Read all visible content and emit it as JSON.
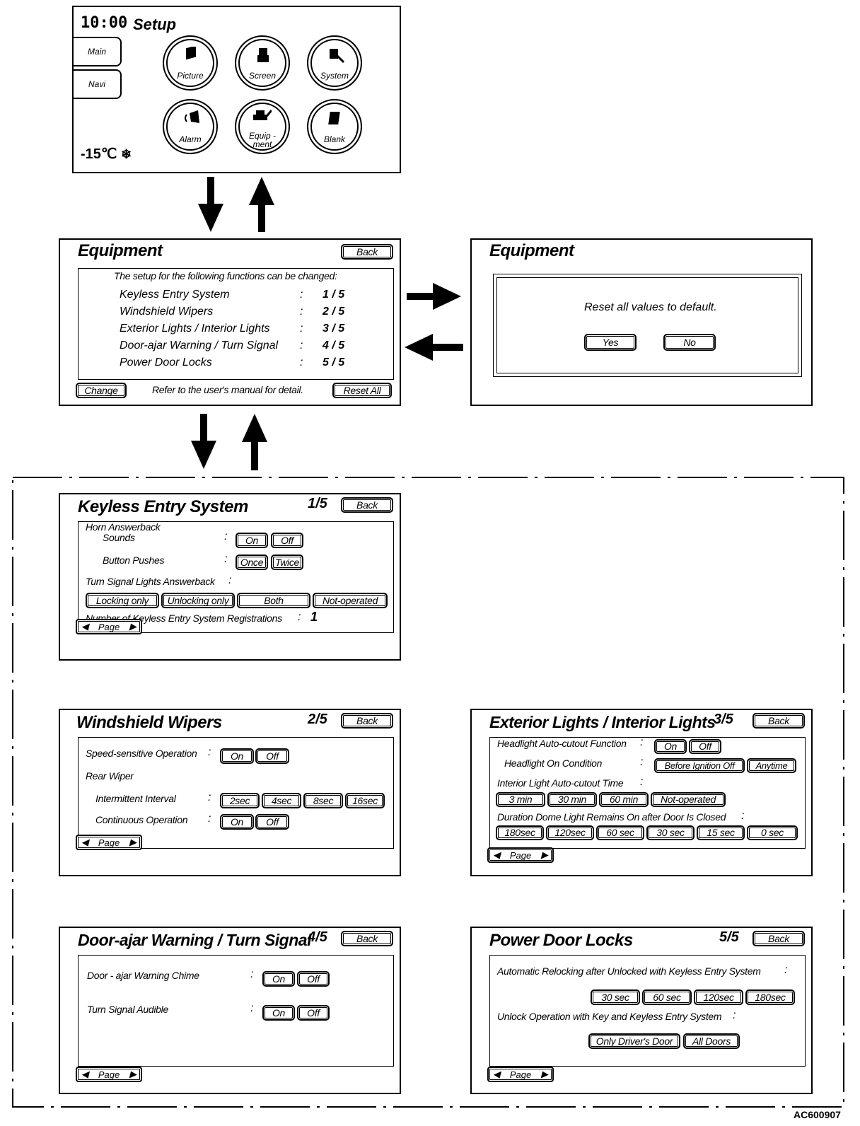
{
  "setup": {
    "time": "10:00",
    "title": "Setup",
    "side_buttons": [
      "Main",
      "Navi"
    ],
    "temperature": "-15℃",
    "tiles": [
      {
        "label": "Picture",
        "icon": "picture-icon"
      },
      {
        "label": "Screen",
        "icon": "screen-icon"
      },
      {
        "label": "System",
        "icon": "system-icon"
      },
      {
        "label": "Alarm",
        "icon": "alarm-icon"
      },
      {
        "label": "Equip -\nment",
        "icon": "equipment-icon"
      },
      {
        "label": "Blank",
        "icon": "blank-icon"
      }
    ]
  },
  "equipment": {
    "title": "Equipment",
    "back": "Back",
    "intro": "The setup for the following functions can be  changed:",
    "items": [
      {
        "name": "Keyless Entry System",
        "page": "1 / 5"
      },
      {
        "name": "Windshield Wipers",
        "page": "2 / 5"
      },
      {
        "name": "Exterior Lights / Interior Lights",
        "page": "3 / 5"
      },
      {
        "name": "Door-ajar Warning / Turn Signal",
        "page": "4 / 5"
      },
      {
        "name": "Power Door Locks",
        "page": "5 / 5"
      }
    ],
    "colon": ":",
    "change": "Change",
    "note": "Refer to the user's manual for detail.",
    "reset_all": "Reset All"
  },
  "reset_dialog": {
    "title": "Equipment",
    "message": "Reset all values to default.",
    "yes": "Yes",
    "no": "No"
  },
  "keyless": {
    "title": "Keyless Entry System",
    "page": "1/5",
    "back": "Back",
    "horn_label": "Horn Answerback",
    "sounds_label": "Sounds",
    "sounds_opts": [
      "On",
      "Off"
    ],
    "pushes_label": "Button Pushes",
    "pushes_opts": [
      "Once",
      "Twice"
    ],
    "turn_label": "Turn Signal Lights Answerback",
    "turn_opts": [
      "Locking only",
      "Unlocking only",
      "Both",
      "Not-operated"
    ],
    "reg_label": "Number of Keyless Entry System Registrations",
    "reg_value": "1",
    "page_btn": "Page"
  },
  "wipers": {
    "title": "Windshield Wipers",
    "page": "2/5",
    "back": "Back",
    "speed_label": "Speed-sensitive Operation",
    "speed_opts": [
      "On",
      "Off"
    ],
    "rear_label": "Rear Wiper",
    "interval_label": "Intermittent Interval",
    "interval_opts": [
      "2sec",
      "4sec",
      "8sec",
      "16sec"
    ],
    "cont_label": "Continuous Operation",
    "cont_opts": [
      "On",
      "Off"
    ],
    "page_btn": "Page"
  },
  "lights": {
    "title": "Exterior Lights / Interior Lights",
    "page": "3/5",
    "back": "Back",
    "autocut_label": "Headlight Auto-cutout Function",
    "autocut_opts": [
      "On",
      "Off"
    ],
    "oncond_label": "Headlight On Condition",
    "oncond_opts": [
      "Before Ignition Off",
      "Anytime"
    ],
    "interior_label": "Interior Light Auto-cutout Time",
    "interior_opts": [
      "3 min",
      "30 min",
      "60 min",
      "Not-operated"
    ],
    "dome_label": "Duration Dome Light Remains On after Door Is  Closed",
    "dome_opts": [
      "180sec",
      "120sec",
      "60 sec",
      "30 sec",
      "15 sec",
      "0 sec"
    ],
    "page_btn": "Page"
  },
  "doorajar": {
    "title": "Door-ajar Warning / Turn Signal",
    "page": "4/5",
    "back": "Back",
    "chime_label": "Door - ajar Warning Chime",
    "chime_opts": [
      "On",
      "Off"
    ],
    "audible_label": "Turn Signal Audible",
    "audible_opts": [
      "On",
      "Off"
    ],
    "page_btn": "Page"
  },
  "locks": {
    "title": "Power Door Locks",
    "page": "5/5",
    "back": "Back",
    "relock_label": "Automatic Relocking after Unlocked with Keyless Entry System",
    "relock_opts": [
      "30 sec",
      "60 sec",
      "120sec",
      "180sec"
    ],
    "unlock_label": "Unlock Operation with Key and Keyless Entry System",
    "unlock_opts": [
      "Only Driver's Door",
      "All Doors"
    ],
    "page_btn": "Page"
  },
  "figure_id": "AC600907"
}
